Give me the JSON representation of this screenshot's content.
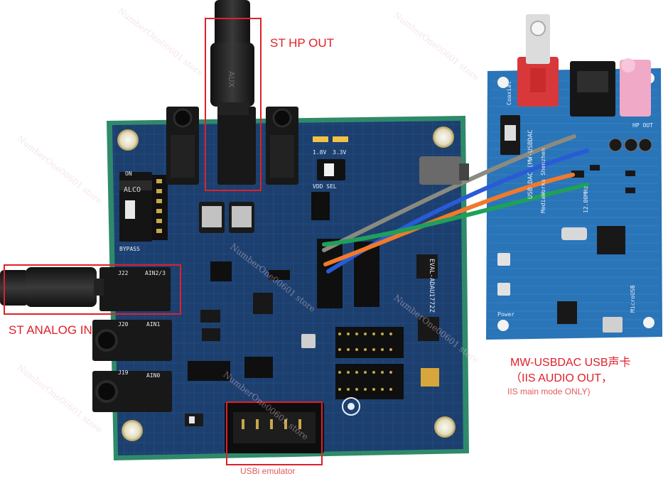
{
  "annotations": {
    "hp_out": "ST HP OUT",
    "analog_in": "ST ANALOG IN",
    "usbdac_title": "MW-USBDAC USB声卡",
    "iis_audio_out": "（IIS AUDIO OUT，",
    "iis_main_mode": "IIS main mode ONLY)",
    "usbi_emulator": "USBi emulator"
  },
  "board_silkscreen": {
    "main_board": "EVAL-ADAU1772Z",
    "bypass": "BYPASS",
    "on": "ON",
    "alco": "ALCO",
    "ain": [
      "AIN2/3",
      "AIN1",
      "AIN0"
    ],
    "jacks": [
      "J22",
      "J20",
      "J19"
    ],
    "vdd_sel": "VDD SEL",
    "voltages": [
      "1.8V",
      "3.3V"
    ],
    "dac_board": "USB DAC (MW-USBDAC",
    "dac_maker": "MediaWorks Shenzhen",
    "coaxial": "Coaxial",
    "hp_out_small": "HP OUT",
    "power": "Power",
    "microusb": "MicroUSB",
    "crystal": "12.00MHz",
    "aux": "AUX"
  },
  "watermark_text": "NumberOne00601 store",
  "colors": {
    "annotation_red": "#e0202a",
    "pcb_main": "#1c3f6e",
    "pcb_dac": "#2a74b8",
    "pcb_edge": "#2f8a6a",
    "wire_gray": "#8a8a80",
    "wire_blue": "#2a5bd6",
    "wire_orange": "#f07a2a",
    "wire_green": "#1fa05a"
  }
}
